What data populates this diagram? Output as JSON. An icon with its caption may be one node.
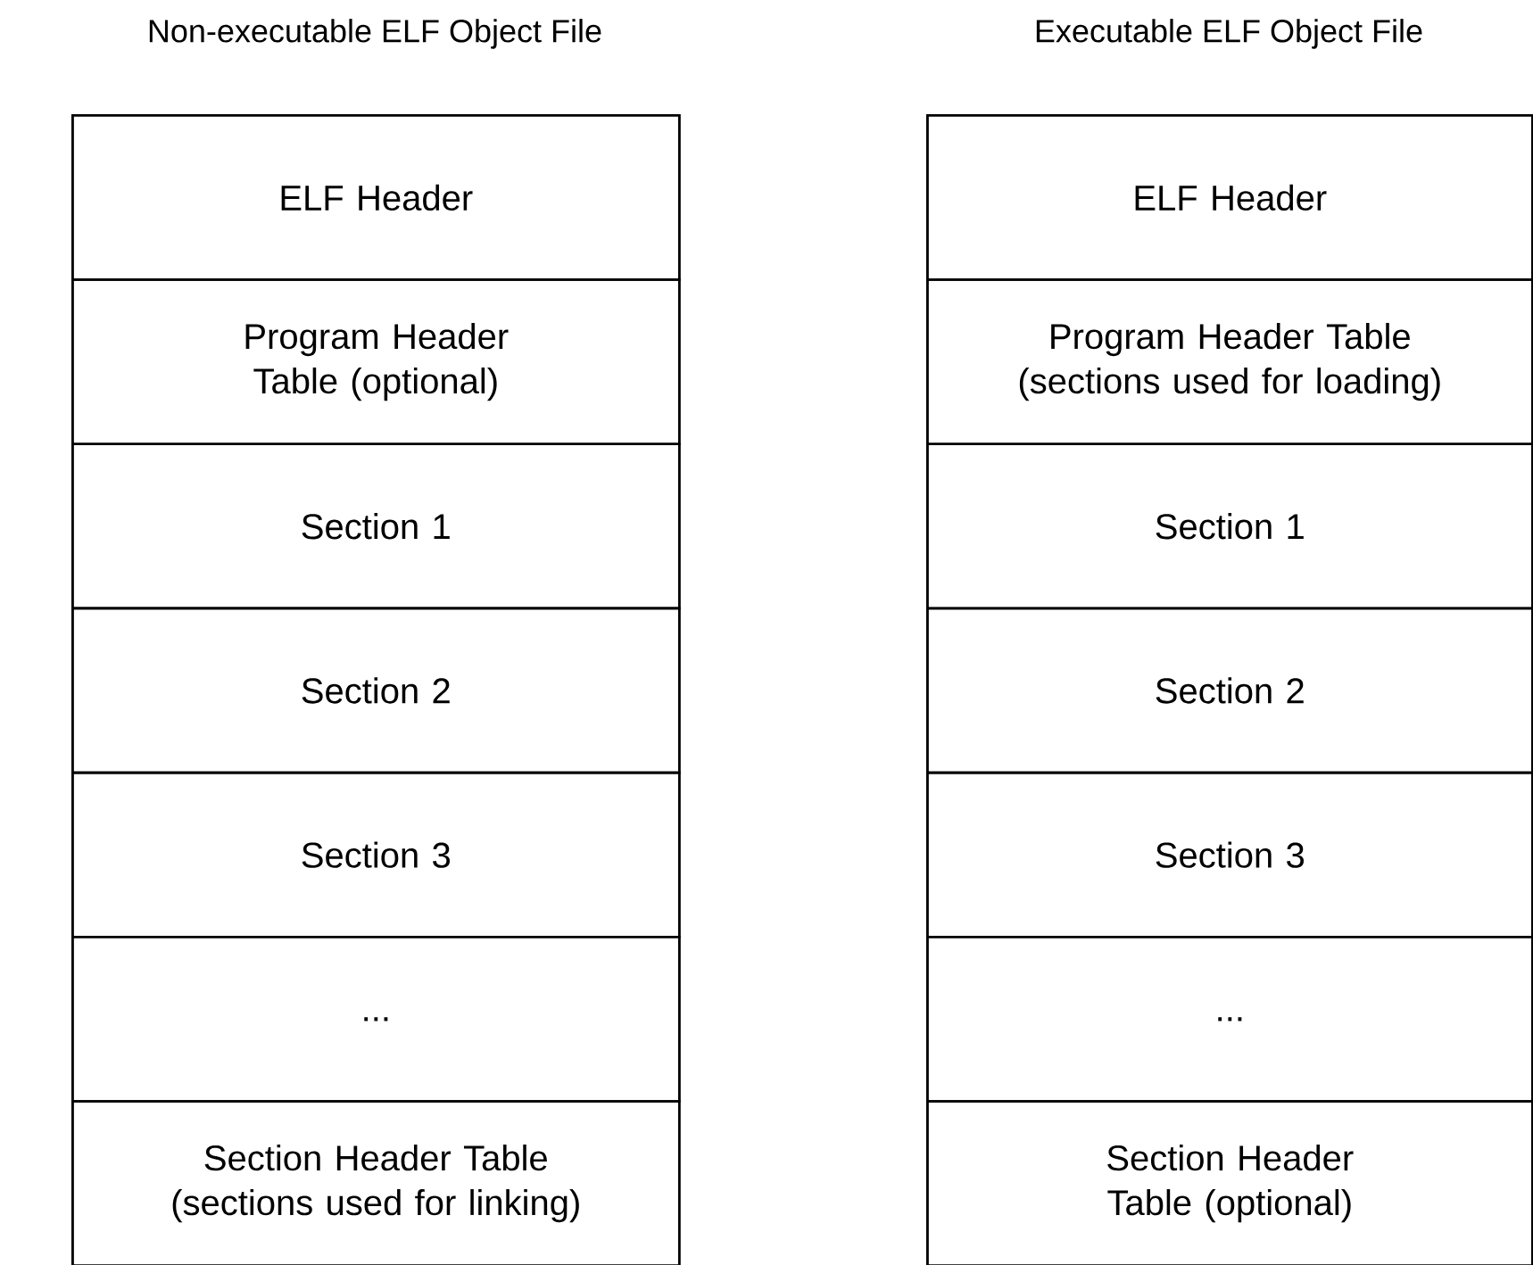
{
  "diagram": {
    "nodes": [
      {
        "text": [
          "Non-executable ELF Object File"
        ]
      },
      {
        "text": [
          "ELF Header"
        ],
        "in": 0
      },
      {
        "text": [
          "Program Header Table (optional)"
        ],
        "in": 0
      },
      {
        "text": [
          "Section 1"
        ],
        "in": 0
      },
      {
        "text": [
          "Section 2"
        ],
        "in": 0
      },
      {
        "text": [
          "Section 3"
        ],
        "in": 0
      },
      {
        "text": [
          "..."
        ],
        "in": 0
      },
      {
        "text": [
          "Section Header Table (sections used for linking)"
        ],
        "in": 0
      },
      {
        "text": [
          "Executable ELF Object File"
        ]
      },
      {
        "text": [
          "ELF Header"
        ],
        "in": 8
      },
      {
        "text": [
          "Program Header Table (sections used for loading)"
        ],
        "in": 8
      },
      {
        "text": [
          "Section 1"
        ],
        "in": 8
      },
      {
        "text": [
          "Section 2"
        ],
        "in": 8
      },
      {
        "text": [
          "Section 3"
        ],
        "in": 8
      },
      {
        "text": [
          "..."
        ],
        "in": 8
      },
      {
        "text": [
          "Section Header Table (optional)"
        ],
        "in": 8
      }
    ]
  }
}
